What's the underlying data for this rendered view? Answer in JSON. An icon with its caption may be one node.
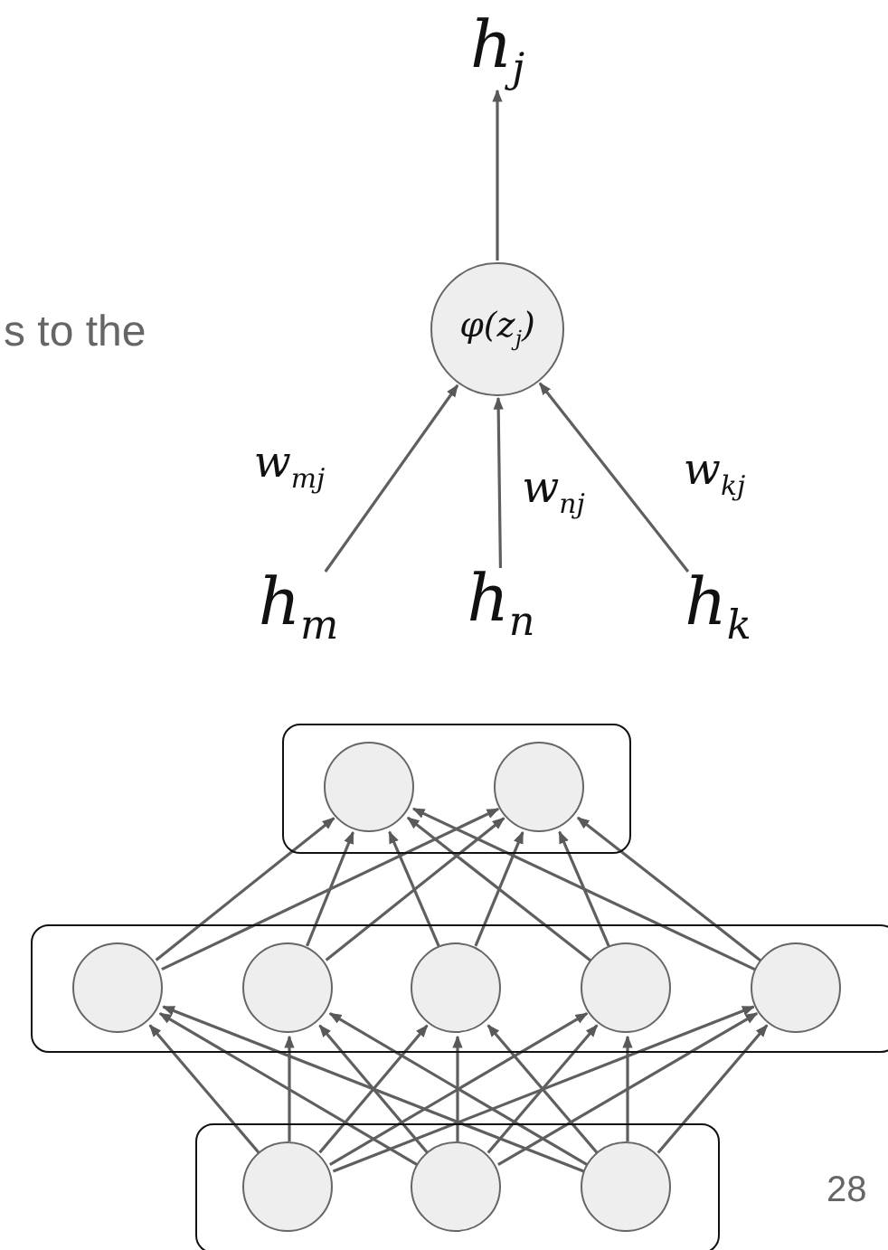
{
  "diagram": {
    "nodes": [
      {
        "text": [
          "h$_{j}$"
        ]
      },
      {
        "text": [
          "φ(z$_{j}$)"
        ]
      },
      {
        "text": [
          "h$_{m}$"
        ]
      },
      {
        "text": [
          "h$_{n}$"
        ]
      },
      {
        "text": [
          "h$_{k}$"
        ]
      },
      {
        "text": [],
        "shape": "box"
      },
      {
        "text": [],
        "shape": "circle",
        "in": 5
      },
      {
        "text": [],
        "shape": "circle",
        "in": 5
      },
      {
        "text": [],
        "shape": "box"
      },
      {
        "text": [],
        "shape": "circle",
        "in": 8
      },
      {
        "text": [],
        "shape": "circle",
        "in": 8
      },
      {
        "text": [],
        "shape": "circle",
        "in": 8
      },
      {
        "text": [],
        "shape": "circle",
        "in": 8
      },
      {
        "text": [],
        "shape": "circle",
        "in": 8
      },
      {
        "text": [],
        "shape": "box"
      },
      {
        "text": [],
        "shape": "circle",
        "in": 14
      },
      {
        "text": [],
        "shape": "circle",
        "in": 14
      },
      {
        "text": [],
        "shape": "circle",
        "in": 14
      }
    ],
    "edges": [
      {
        "from": 1,
        "to": 0,
        "arrow": "to"
      },
      {
        "from": 2,
        "to": 1,
        "arrow": "to",
        "label": "w$_{mj}$"
      },
      {
        "from": 3,
        "to": 1,
        "arrow": "to",
        "label": "w$_{nj}$"
      },
      {
        "from": 4,
        "to": 1,
        "arrow": "to",
        "label": "w$_{kj}$"
      },
      {
        "from": 9,
        "to": 6,
        "arrow": "to"
      },
      {
        "from": 9,
        "to": 7,
        "arrow": "to"
      },
      {
        "from": 10,
        "to": 6,
        "arrow": "to"
      },
      {
        "from": 10,
        "to": 7,
        "arrow": "to"
      },
      {
        "from": 11,
        "to": 6,
        "arrow": "to"
      },
      {
        "from": 11,
        "to": 7,
        "arrow": "to"
      },
      {
        "from": 12,
        "to": 6,
        "arrow": "to"
      },
      {
        "from": 12,
        "to": 7,
        "arrow": "to"
      },
      {
        "from": 13,
        "to": 6,
        "arrow": "to"
      },
      {
        "from": 13,
        "to": 7,
        "arrow": "to"
      },
      {
        "from": 15,
        "to": 9,
        "arrow": "to"
      },
      {
        "from": 15,
        "to": 10,
        "arrow": "to"
      },
      {
        "from": 15,
        "to": 11,
        "arrow": "to"
      },
      {
        "from": 15,
        "to": 12,
        "arrow": "to"
      },
      {
        "from": 15,
        "to": 13,
        "arrow": "to"
      },
      {
        "from": 16,
        "to": 9,
        "arrow": "to"
      },
      {
        "from": 16,
        "to": 10,
        "arrow": "to"
      },
      {
        "from": 16,
        "to": 11,
        "arrow": "to"
      },
      {
        "from": 16,
        "to": 12,
        "arrow": "to"
      },
      {
        "from": 16,
        "to": 13,
        "arrow": "to"
      },
      {
        "from": 17,
        "to": 9,
        "arrow": "to"
      },
      {
        "from": 17,
        "to": 10,
        "arrow": "to"
      },
      {
        "from": 17,
        "to": 11,
        "arrow": "to"
      },
      {
        "from": 17,
        "to": 12,
        "arrow": "to"
      },
      {
        "from": 17,
        "to": 13,
        "arrow": "to"
      }
    ],
    "labels": [
      "s to the",
      "28"
    ]
  }
}
